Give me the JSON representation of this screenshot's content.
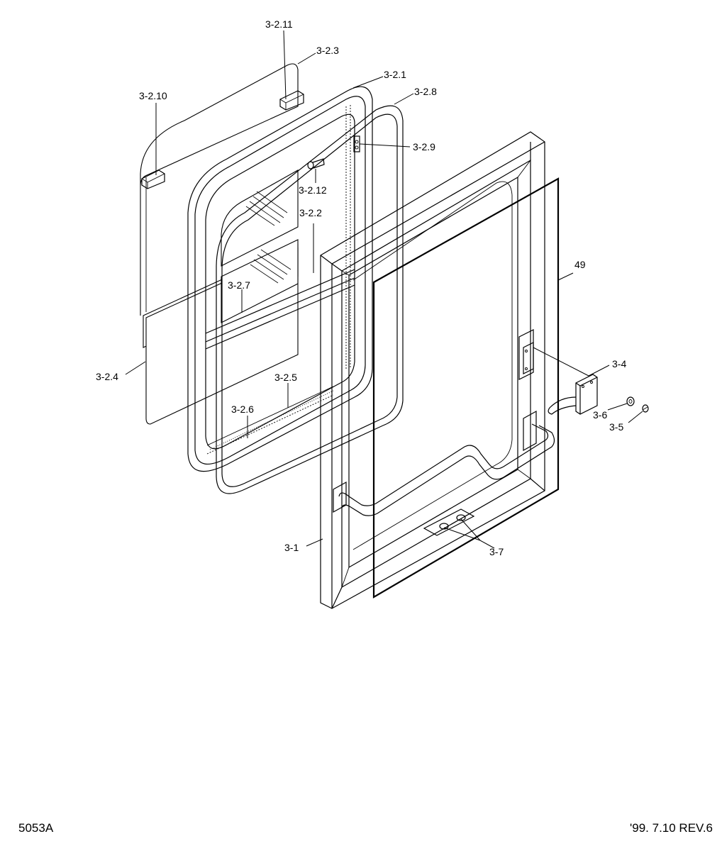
{
  "callouts": {
    "c_3_2_11": "3-2.11",
    "c_3_2_3": "3-2.3",
    "c_3_2_1": "3-2.1",
    "c_3_2_10": "3-2.10",
    "c_3_2_8": "3-2.8",
    "c_3_2_9": "3-2.9",
    "c_3_2_12": "3-2.12",
    "c_3_2_2": "3-2.2",
    "c_49": "49",
    "c_3_2_7": "3-2.7",
    "c_3_2_4": "3-2.4",
    "c_3_2_5": "3-2.5",
    "c_3_4": "3-4",
    "c_3_2_6": "3-2.6",
    "c_3_6": "3-6",
    "c_3_5": "3-5",
    "c_3_1": "3-1",
    "c_3_7": "3-7"
  },
  "footer": {
    "drawing_code": "5053A",
    "revision": "'99. 7.10  REV.6"
  }
}
